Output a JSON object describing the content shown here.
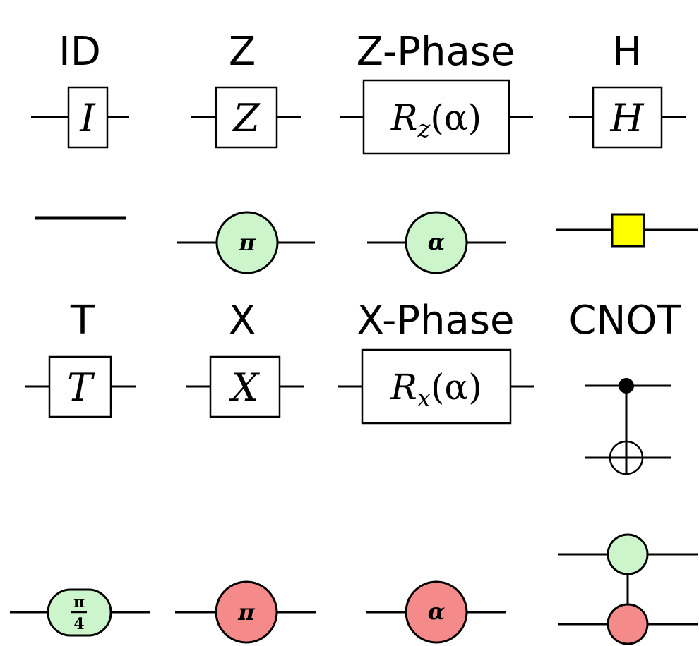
{
  "headings": {
    "id": "ID",
    "z": "Z",
    "z_phase": "Z-Phase",
    "h": "H",
    "t": "T",
    "x": "X",
    "x_phase": "X-Phase",
    "cnot": "CNOT"
  },
  "gates": {
    "id": "I",
    "z": "Z",
    "h": "H",
    "t": "T",
    "x": "X",
    "rz": {
      "base": "R",
      "sub": "z",
      "arg": "(α)"
    },
    "rx": {
      "base": "R",
      "sub": "x",
      "arg": "(α)"
    }
  },
  "spiders": {
    "z": "π",
    "z_phase": "α",
    "t_num": "π",
    "t_den": "4",
    "x": "π",
    "x_phase": "α"
  },
  "colors": {
    "z_spider": "#ccf5cc",
    "x_spider": "#f58a8a",
    "hadamard_box": "#ffff00"
  }
}
